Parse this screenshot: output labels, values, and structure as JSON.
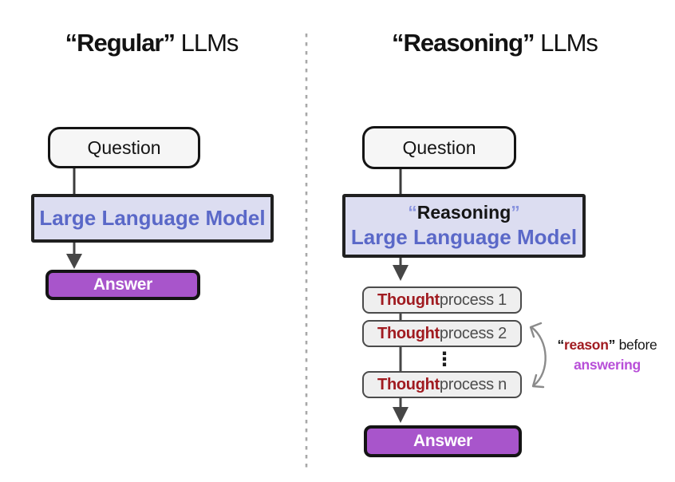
{
  "left_panel": {
    "title_bold": "“Regular”",
    "title_rest": " LLMs",
    "question_label": "Question",
    "model_label": "Large Language Model",
    "answer_label": "Answer"
  },
  "right_panel": {
    "title_bold": "“Reasoning”",
    "title_rest": " LLMs",
    "question_label": "Question",
    "model_quote_open": "“",
    "model_word": "Reasoning",
    "model_quote_close": "”",
    "model_line2": "Large Language Model",
    "thought_rows": [
      {
        "bold": "Thought",
        "rest": " process 1"
      },
      {
        "bold": "Thought",
        "rest": " process 2"
      },
      {
        "bold": "Thought",
        "rest": " process n"
      }
    ],
    "ellipsis": "⋮",
    "annotation": {
      "quote_open": "“",
      "reason": "reason",
      "quote_close": "”",
      "before": " before",
      "answering": "answering"
    },
    "answer_label": "Answer"
  },
  "colors": {
    "model_fill": "#dcddf1",
    "model_text": "#5a68c8",
    "answer_fill": "#a855cb",
    "thought_red": "#a01b20",
    "answering_purple": "#b84fd8",
    "line_gray": "#3c3c3c",
    "curve_gray": "#8b8b8b"
  }
}
